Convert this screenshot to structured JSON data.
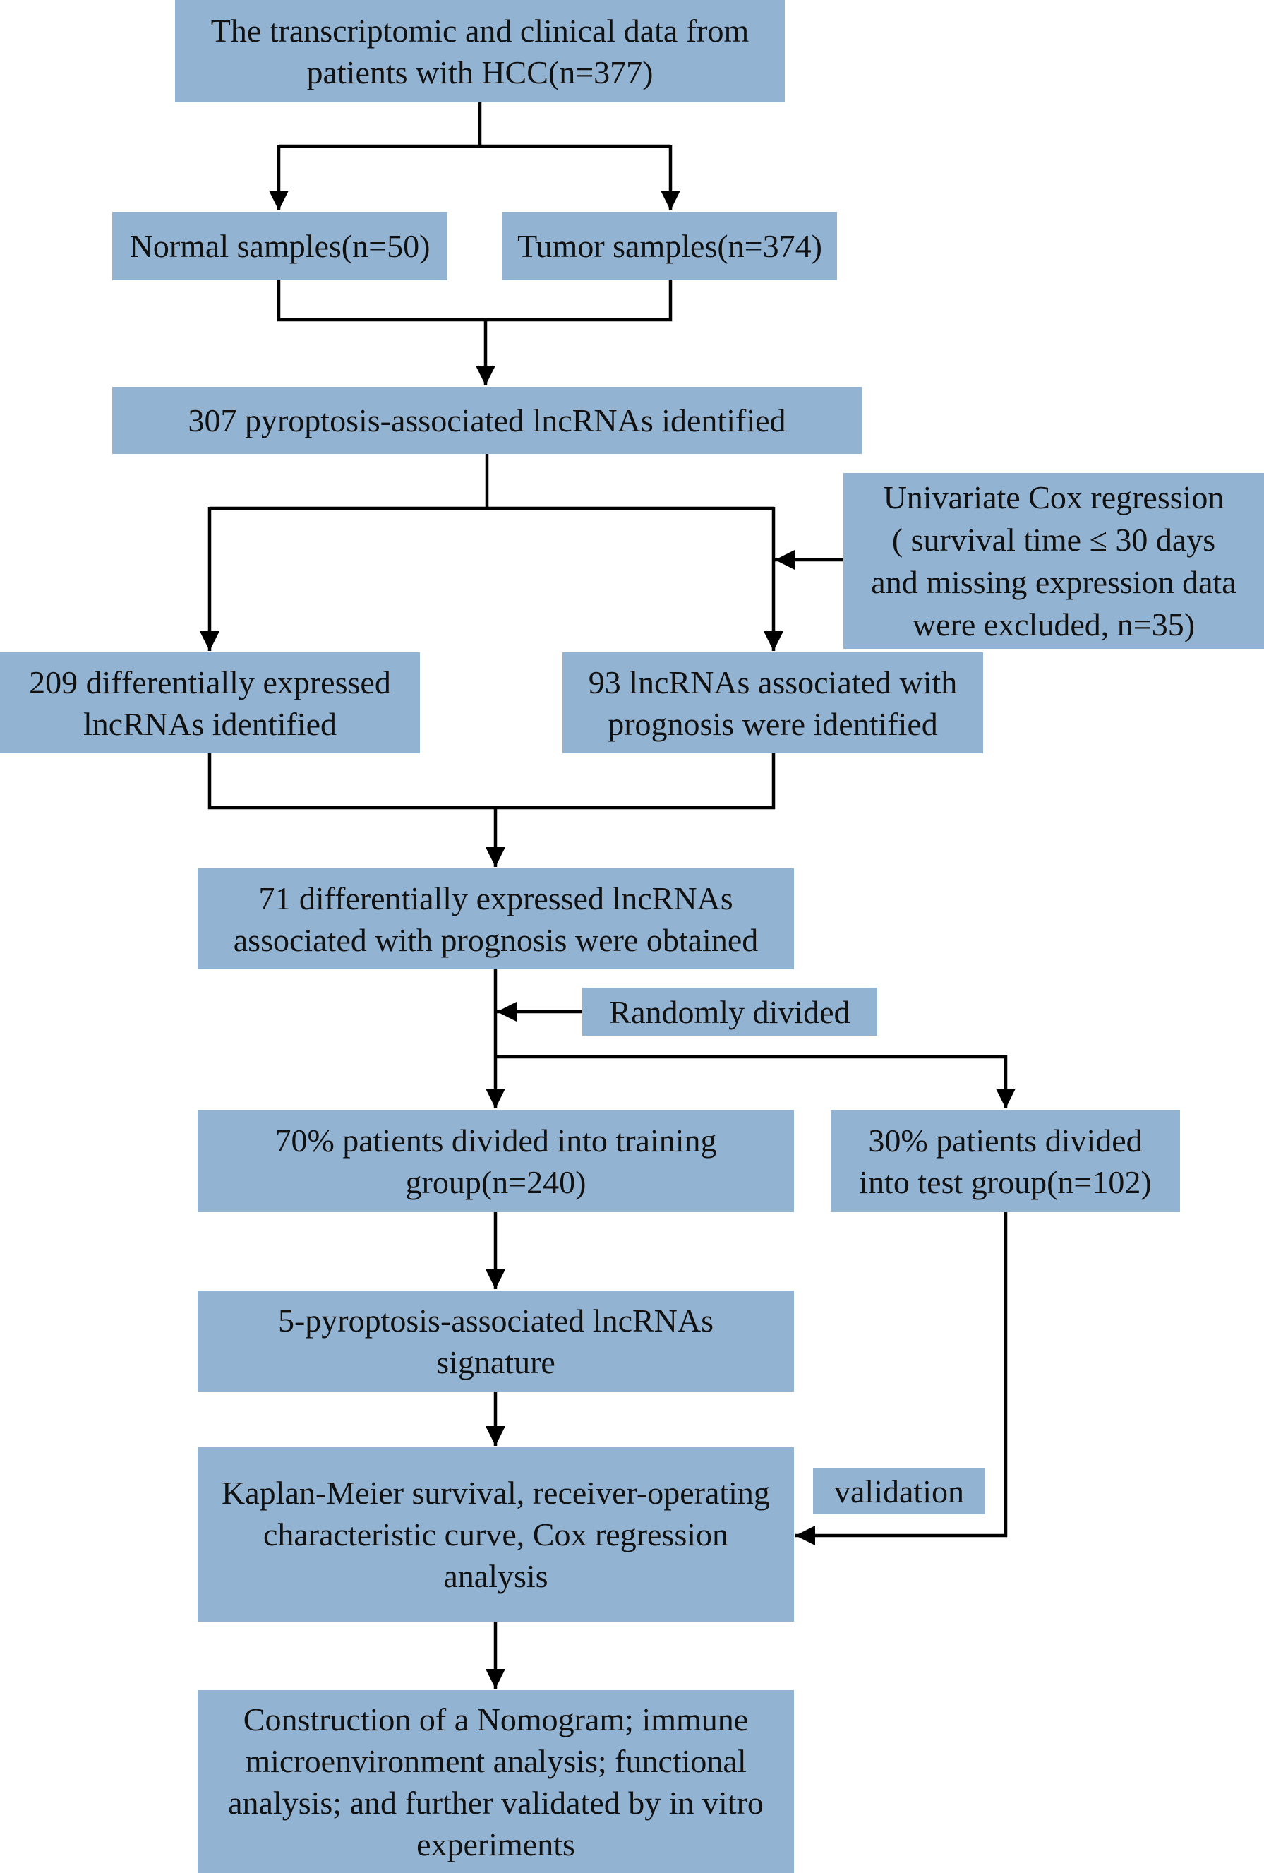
{
  "nodes": {
    "data_source": {
      "lines": [
        "The transcriptomic and clinical data from",
        "patients with HCC(n=377)"
      ]
    },
    "normal_samples": {
      "lines": [
        "Normal samples(n=50)"
      ]
    },
    "tumor_samples": {
      "lines": [
        "Tumor samples(n=374)"
      ]
    },
    "pyroptosis_lncrnas": {
      "lines": [
        "307 pyroptosis-associated lncRNAs identified"
      ]
    },
    "univariate_cox": {
      "lines": [
        "Univariate Cox regression",
        "( survival time ≤ 30 days",
        "and missing expression data",
        "were excluded, n=35)"
      ]
    },
    "differential_lncrnas": {
      "lines": [
        "209 differentially expressed",
        "lncRNAs identified"
      ]
    },
    "prognosis_lncrnas": {
      "lines": [
        "93 lncRNAs associated with",
        "prognosis were identified"
      ]
    },
    "intersection_lncrnas": {
      "lines": [
        "71 differentially expressed lncRNAs",
        "associated with prognosis were obtained"
      ]
    },
    "randomly_divided": {
      "lines": [
        "Randomly divided"
      ]
    },
    "training_group": {
      "lines": [
        "70% patients divided into training",
        "group(n=240)"
      ]
    },
    "test_group": {
      "lines": [
        "30% patients divided",
        "into test group(n=102)"
      ]
    },
    "signature": {
      "lines": [
        "5-pyroptosis-associated lncRNAs",
        "signature"
      ]
    },
    "validation": {
      "lines": [
        "validation"
      ]
    },
    "survival_analysis": {
      "lines": [
        "Kaplan-Meier survival, receiver-operating",
        "characteristic curve, Cox regression",
        "analysis"
      ]
    },
    "nomogram": {
      "lines": [
        "Construction of a Nomogram; immune",
        "microenvironment analysis; functional",
        "analysis; and further validated by in vitro",
        "experiments"
      ]
    }
  },
  "colors": {
    "box_fill": "#93b3d2",
    "connector": "#000000"
  }
}
